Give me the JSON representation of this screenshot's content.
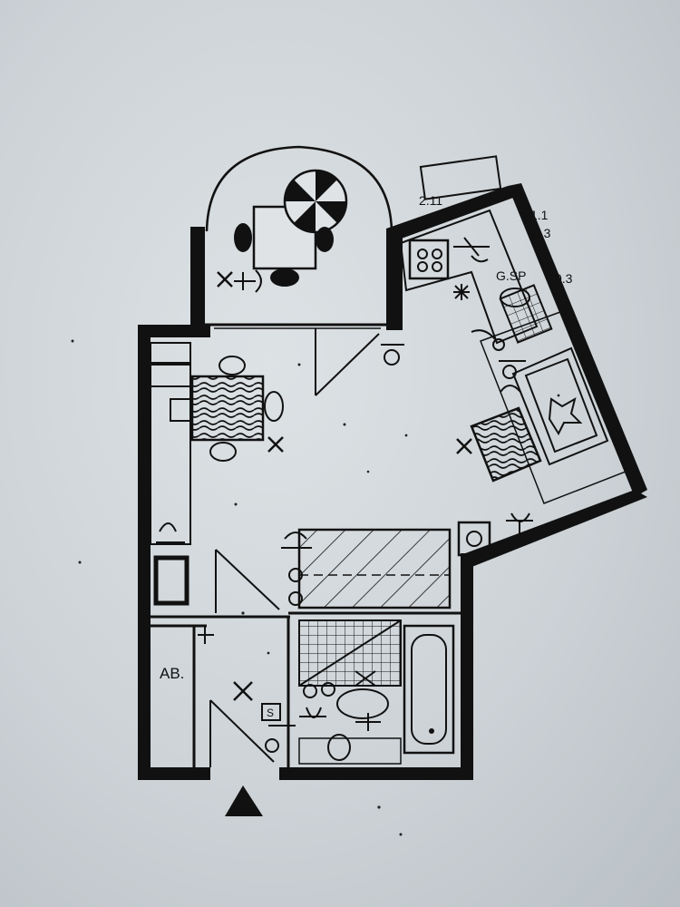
{
  "plan": {
    "labels": {
      "storage": "AB.",
      "shaft": "S",
      "fridge": "G.SP"
    },
    "dimensions": {
      "d1": "2.11",
      "d2": "1.1",
      "d3": "0.3",
      "d4": "0.3"
    },
    "symbols": {
      "entrance": "entrance-arrow-icon",
      "parasol": "parasol-icon",
      "outlet": "outlet-cross-icon",
      "light": "ceiling-light-icon",
      "switch": "light-switch-icon"
    }
  }
}
